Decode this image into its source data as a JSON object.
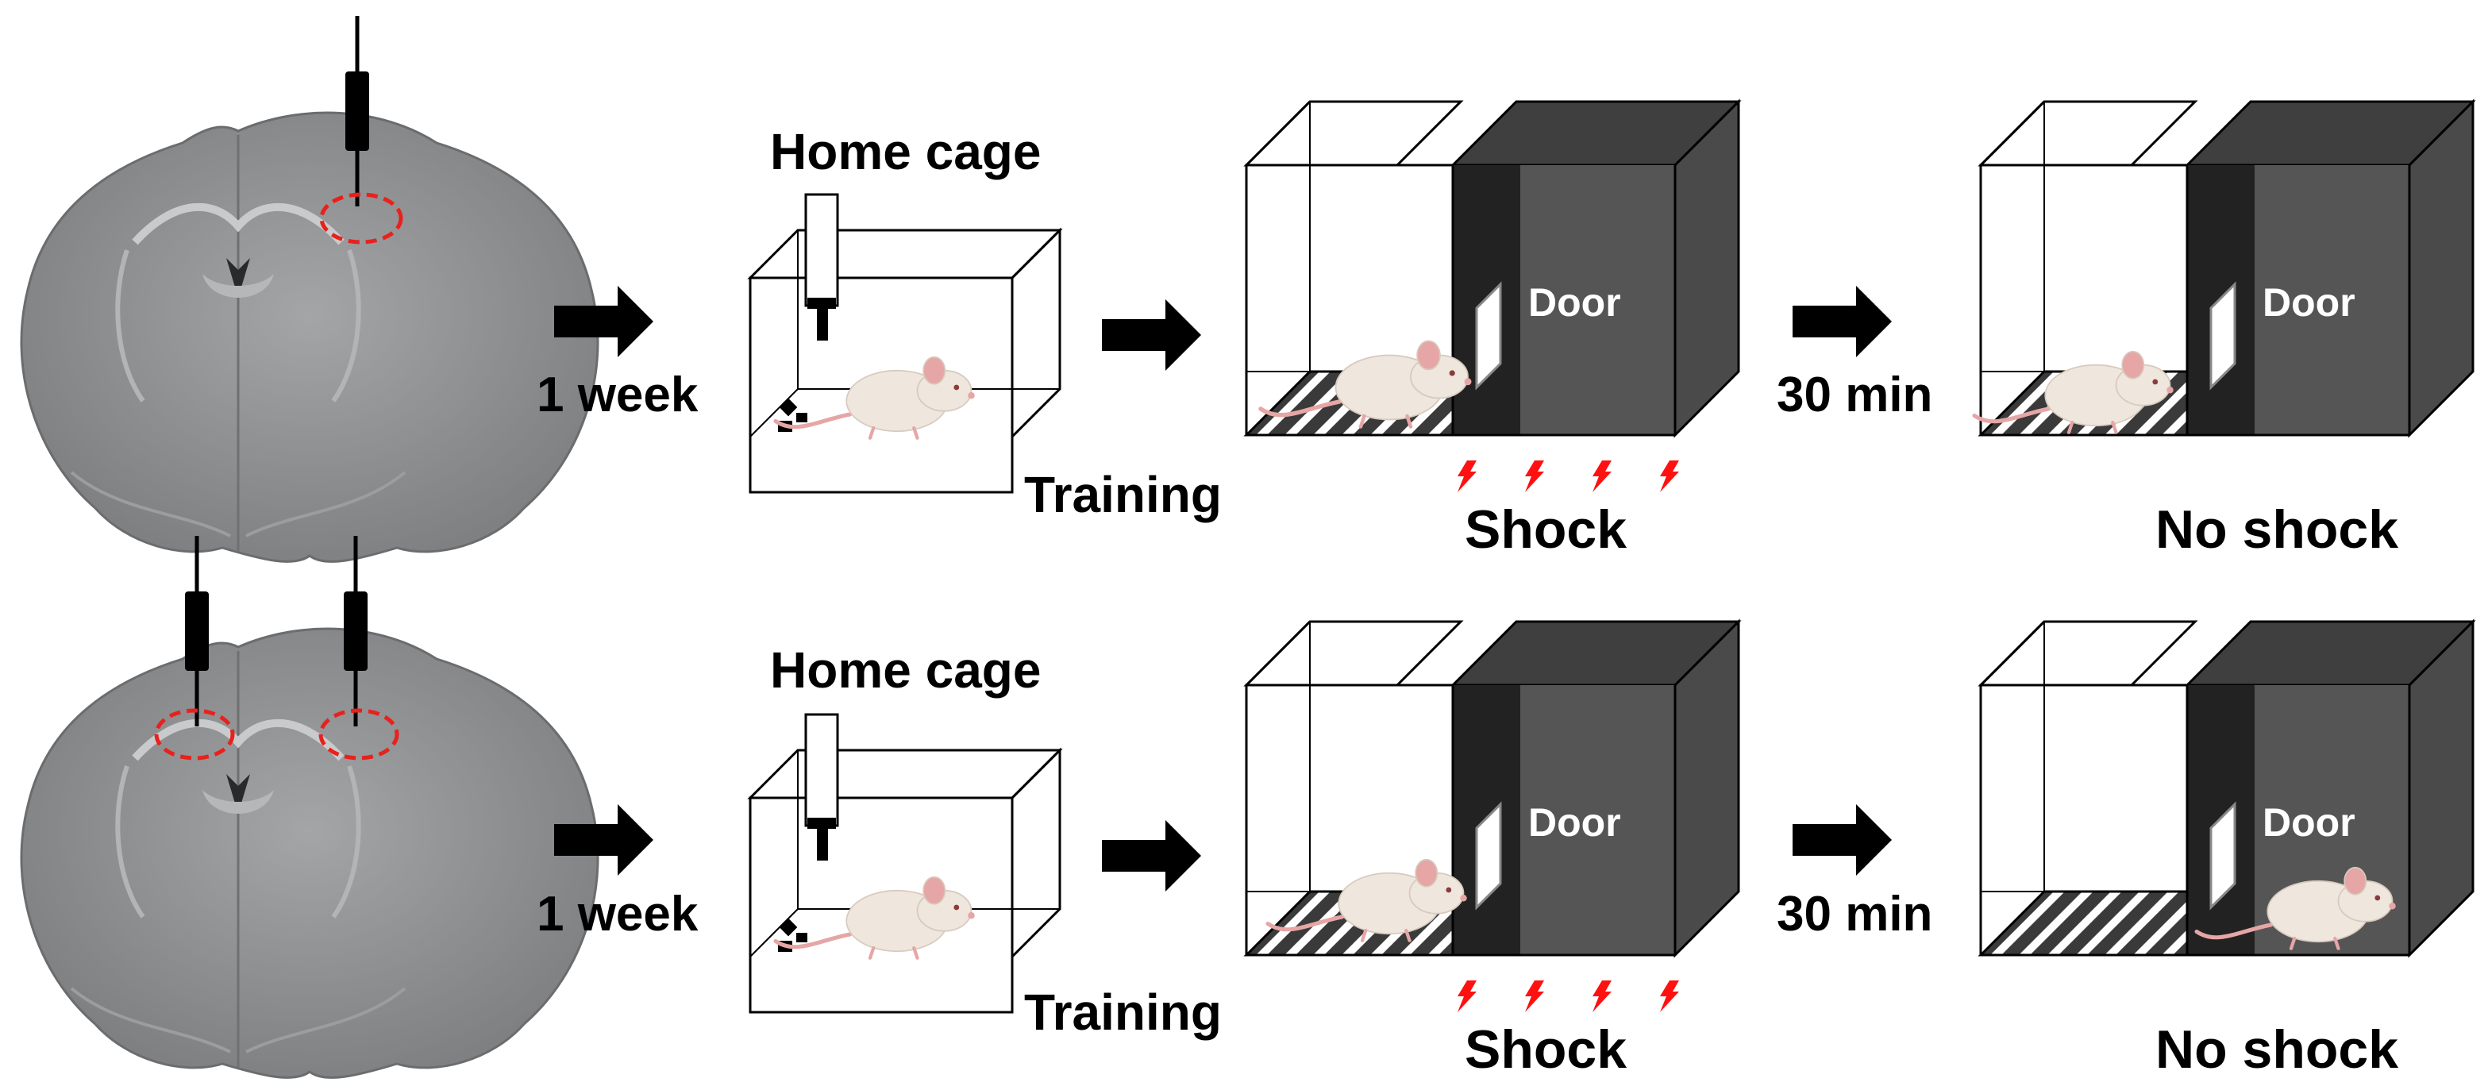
{
  "rows": [
    {
      "id": "unilateral",
      "probes": 1,
      "interval_label": "1 week",
      "home_cage_label": "Home cage",
      "training_label": "Training",
      "training_door_label": "Door",
      "shock_label": "Shock",
      "test_delay_label": "30 min",
      "test_door_label": "Door",
      "test_outcome_label": "No shock"
    },
    {
      "id": "bilateral",
      "probes": 2,
      "interval_label": "1 week",
      "home_cage_label": "Home cage",
      "training_label": "Training",
      "training_door_label": "Door",
      "shock_label": "Shock",
      "test_delay_label": "30 min",
      "test_door_label": "Door",
      "test_outcome_label": "No shock"
    }
  ],
  "colors": {
    "brain_tissue": "#8e8f91",
    "target_region_outline": "#e8211c",
    "dark_compartment": "#555555",
    "shock_bolt": "#ff1111",
    "mouse_body": "#efe6dd",
    "mouse_ear_tail": "#e6a6a6"
  },
  "icons": {
    "probe": "implanted-probe-icon",
    "arrow": "right-arrow-icon",
    "mouse": "mouse-icon",
    "shock": "lightning-bolt-icon"
  }
}
